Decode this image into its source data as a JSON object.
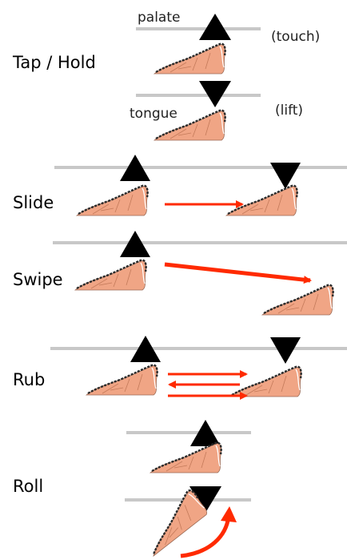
{
  "labels": {
    "palate": "palate",
    "tongue": "tongue",
    "touch": "(touch)",
    "lift": "(lift)"
  },
  "gestures": {
    "tap_hold": "Tap / Hold",
    "slide": "Slide",
    "swipe": "Swipe",
    "rub": "Rub",
    "roll": "Roll"
  },
  "colors": {
    "palate_line": "#c8c8c8",
    "tongue_fill": "#f0a585",
    "tongue_outline": "#2a2a2a",
    "arrow": "#ff2a00",
    "triangle": "#000000"
  }
}
